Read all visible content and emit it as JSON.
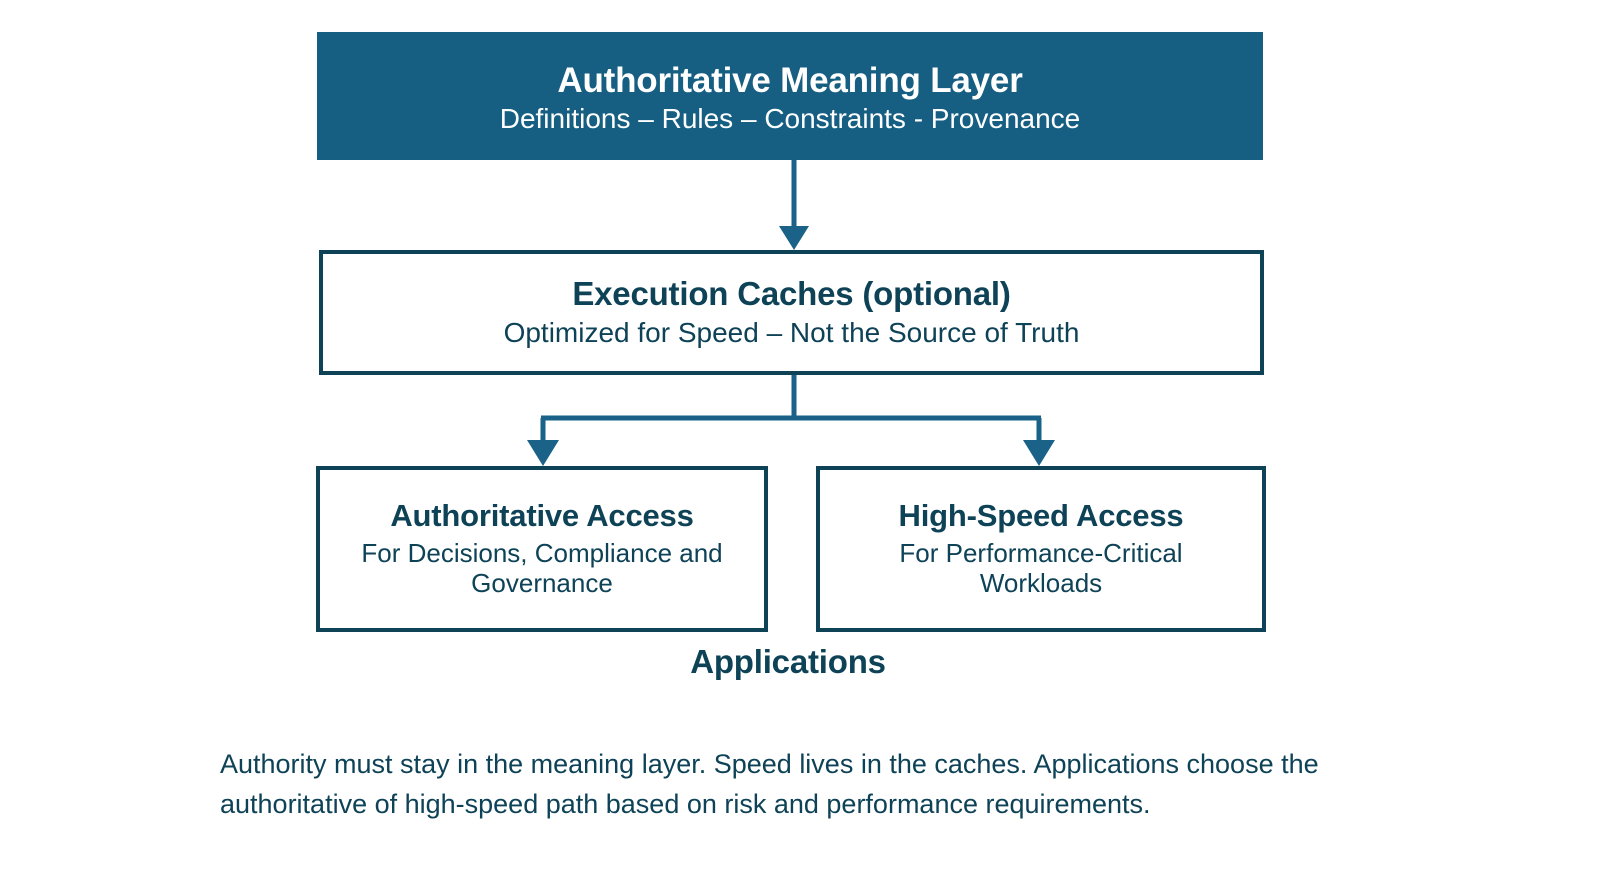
{
  "diagram": {
    "colors": {
      "header_fill": "#165F82",
      "outline_stroke": "#0E4257",
      "connector": "#1A6287",
      "page_background": "#FFFFFF",
      "header_text": "#FFFFFF"
    },
    "nodes": {
      "meaning_layer": {
        "title": "Authoritative Meaning Layer",
        "subtitle": "Definitions – Rules – Constraints - Provenance"
      },
      "execution_caches": {
        "title": "Execution Caches (optional)",
        "subtitle": "Optimized for Speed – Not the Source of Truth"
      },
      "authoritative_access": {
        "title": "Authoritative Access",
        "subtitle": "For Decisions, Compliance and Governance"
      },
      "high_speed_access": {
        "title": "High-Speed Access",
        "subtitle": "For Performance-Critical Workloads"
      }
    },
    "applications_label": "Applications",
    "summary": "Authority must stay in the meaning layer. Speed lives in the caches. Applications choose the authoritative of high-speed path based on risk and performance requirements.",
    "connectors": [
      {
        "name": "meaning-layer-to-execution-caches",
        "from": "meaning_layer",
        "to": "execution_caches",
        "style": "straight-arrow-down"
      },
      {
        "name": "execution-caches-to-authoritative-access",
        "from": "execution_caches",
        "to": "authoritative_access",
        "style": "elbow-arrow-down-left"
      },
      {
        "name": "execution-caches-to-high-speed-access",
        "from": "execution_caches",
        "to": "high_speed_access",
        "style": "elbow-arrow-down-right"
      }
    ]
  }
}
